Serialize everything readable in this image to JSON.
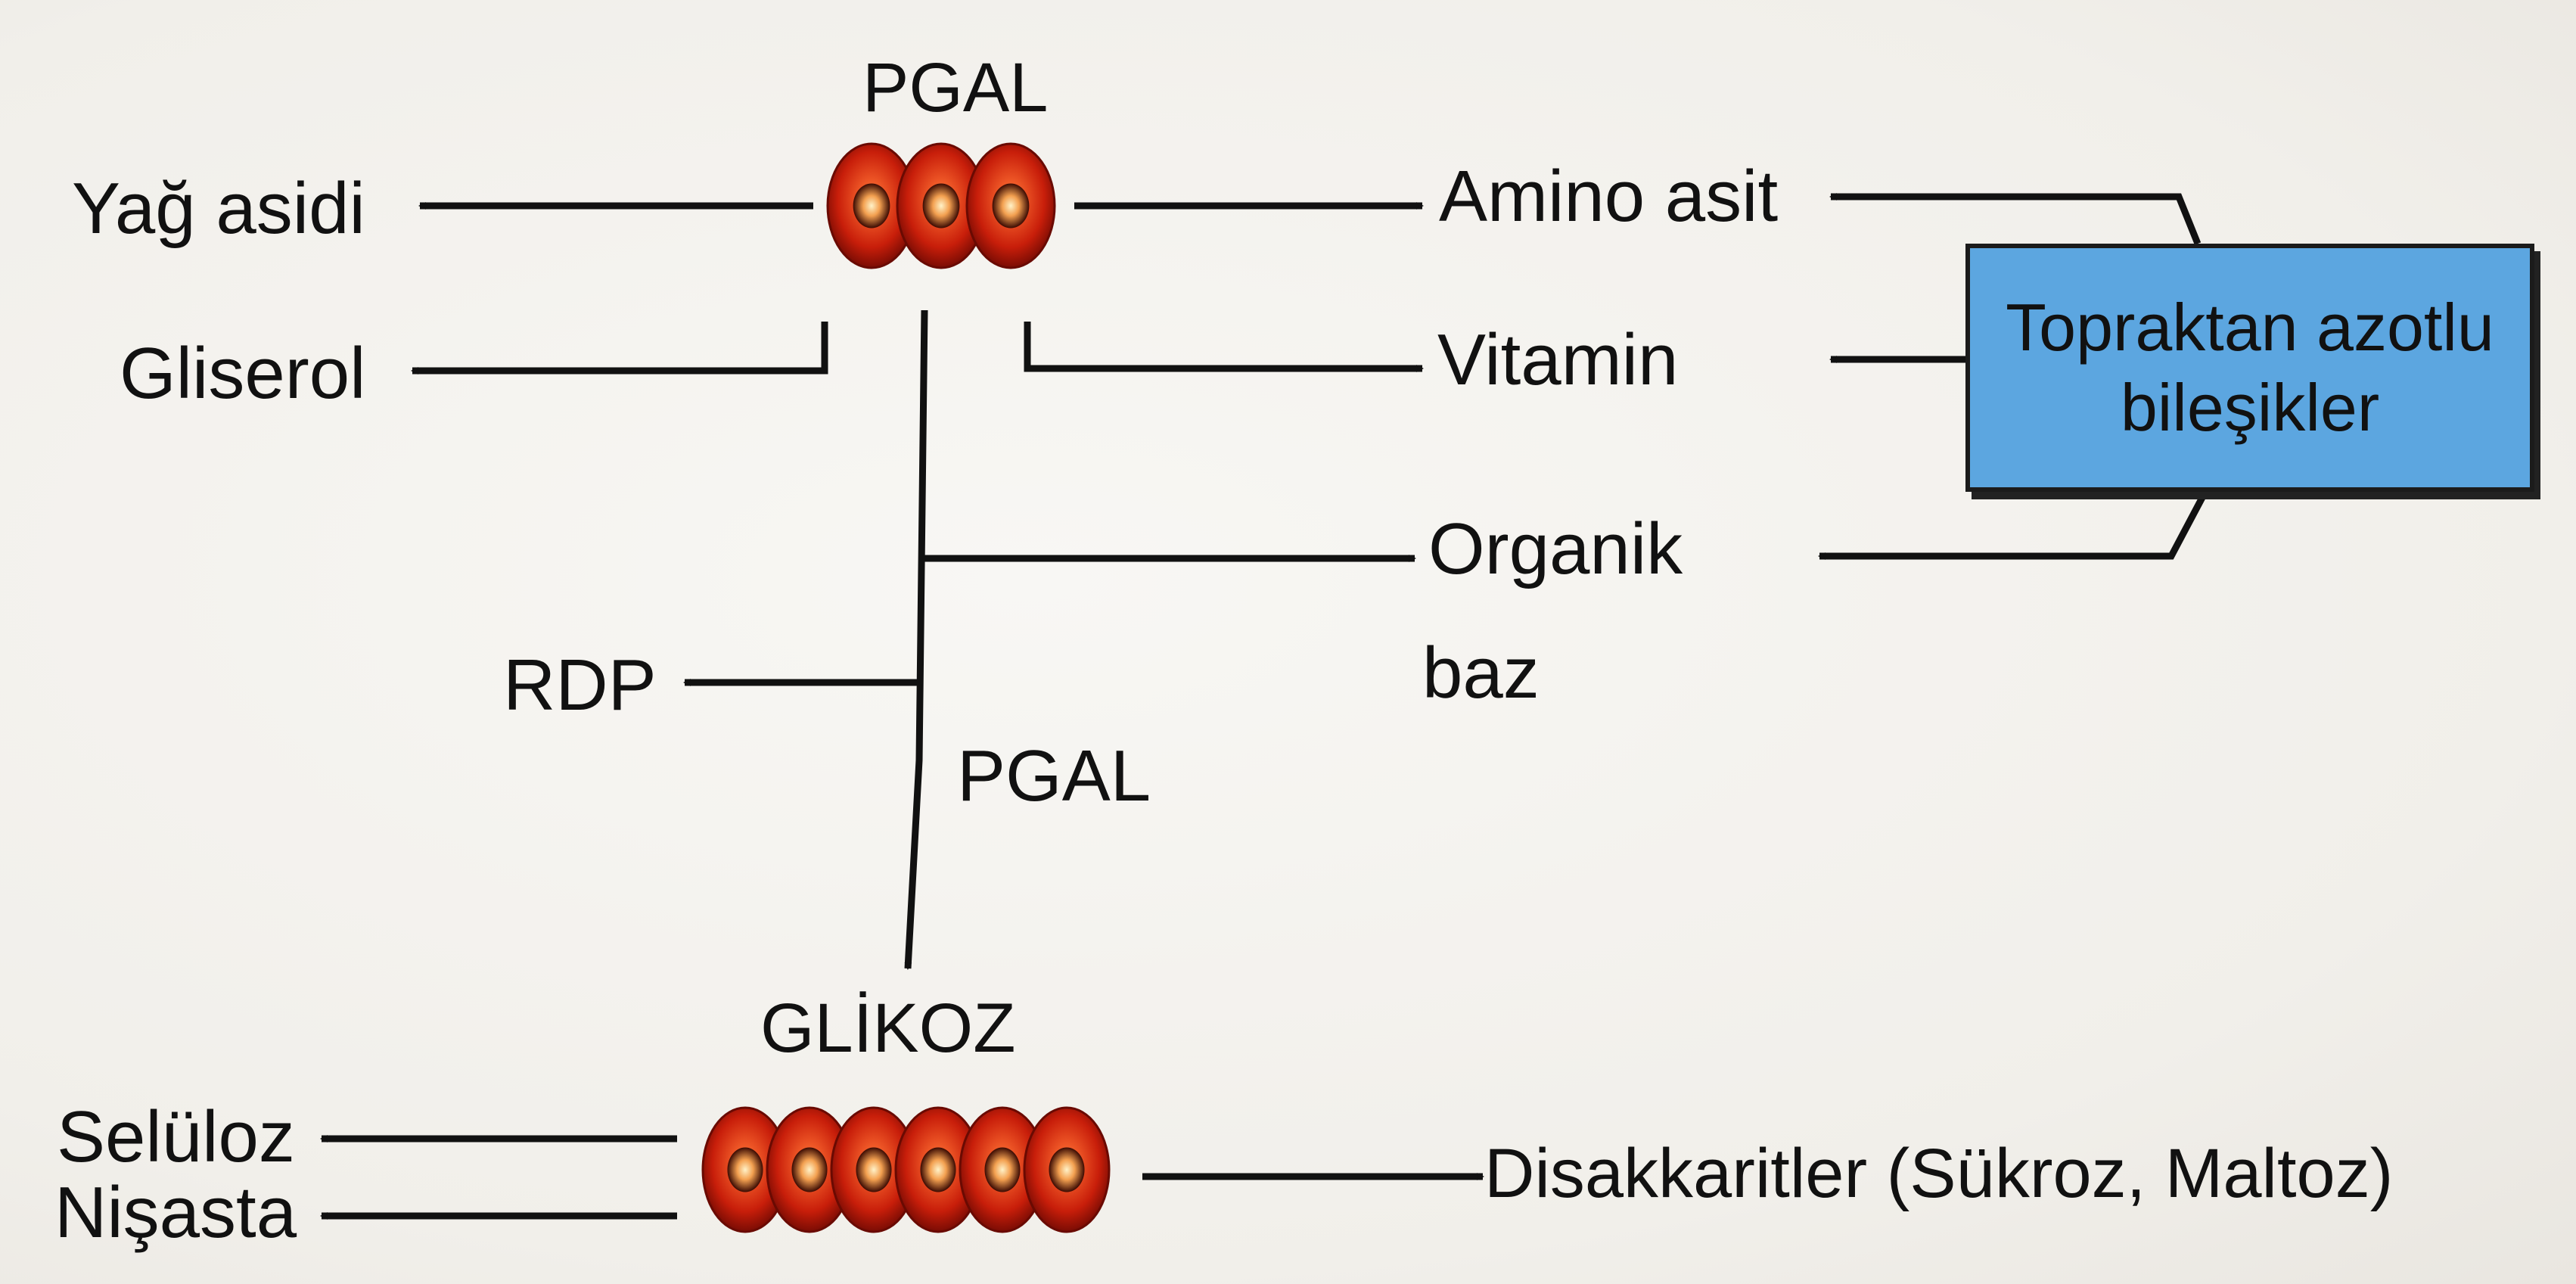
{
  "nodes": {
    "pgal_top": "PGAL",
    "yag_asidi": "Yağ asidi",
    "gliserol": "Gliserol",
    "amino_asit": "Amino asit",
    "vitamin": "Vitamin",
    "organik": "Organik",
    "baz": "baz",
    "rdp": "RDP",
    "pgal_mid": "PGAL",
    "glikoz": "GLİKOZ",
    "seluloz": "Selüloz",
    "nisasta": "Nişasta",
    "disakkaritler": "Disakkaritler (Sükroz, Maltoz)"
  },
  "box": {
    "text": "Topraktan azotlu\nbileşikler",
    "color": "#5ca6e0"
  },
  "molecules": {
    "pgal_carbons": 3,
    "glikoz_carbons": 6,
    "color": "#d92a12"
  }
}
